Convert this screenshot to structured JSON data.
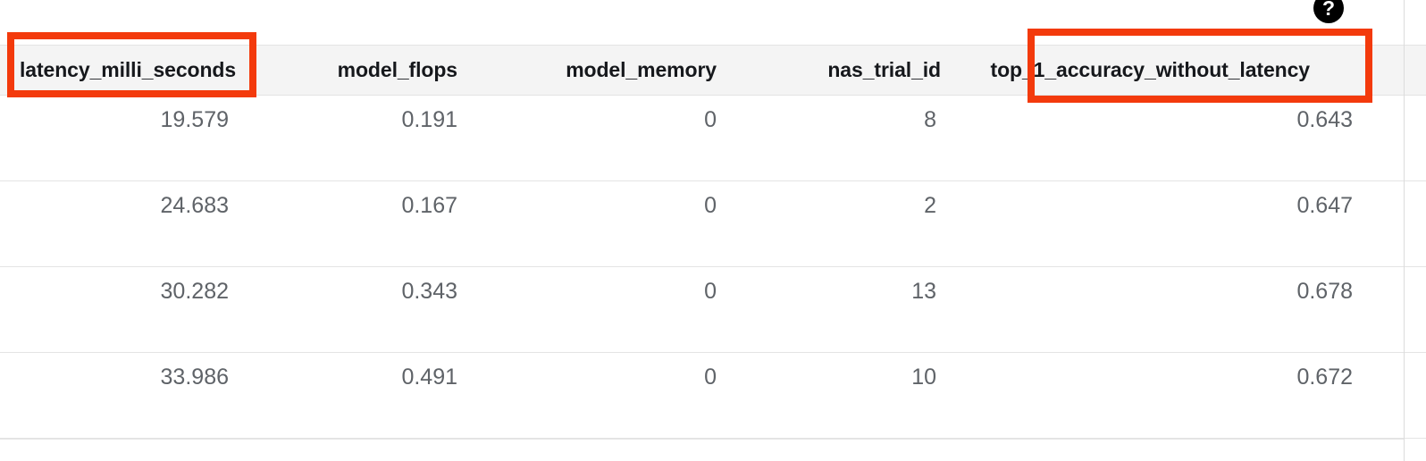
{
  "table": {
    "columns": [
      {
        "key": "latency_milli_seconds",
        "label": "latency_milli_seconds",
        "align": "left",
        "highlighted": true
      },
      {
        "key": "model_flops",
        "label": "model_flops",
        "align": "right",
        "highlighted": false
      },
      {
        "key": "model_memory",
        "label": "model_memory",
        "align": "right",
        "highlighted": false
      },
      {
        "key": "nas_trial_id",
        "label": "nas_trial_id",
        "align": "right",
        "highlighted": false
      },
      {
        "key": "top_1_accuracy_without_latency",
        "label": "top_1_accuracy_without_latency",
        "align": "right",
        "highlighted": true
      }
    ],
    "rows": [
      {
        "latency_milli_seconds": "19.579",
        "model_flops": "0.191",
        "model_memory": "0",
        "nas_trial_id": "8",
        "top_1_accuracy_without_latency": "0.643"
      },
      {
        "latency_milli_seconds": "24.683",
        "model_flops": "0.167",
        "model_memory": "0",
        "nas_trial_id": "2",
        "top_1_accuracy_without_latency": "0.647"
      },
      {
        "latency_milli_seconds": "30.282",
        "model_flops": "0.343",
        "model_memory": "0",
        "nas_trial_id": "13",
        "top_1_accuracy_without_latency": "0.678"
      },
      {
        "latency_milli_seconds": "33.986",
        "model_flops": "0.491",
        "model_memory": "0",
        "nas_trial_id": "10",
        "top_1_accuracy_without_latency": "0.672"
      }
    ]
  },
  "icons": {
    "help_glyph": "?",
    "help_name": "help-icon"
  },
  "colors": {
    "highlight": "#f33a0c",
    "header_background": "#f4f4f4",
    "header_text": "#16181c",
    "cell_text": "#5f6368",
    "grid_line": "#e4e4e4",
    "page_background": "#ffffff"
  }
}
